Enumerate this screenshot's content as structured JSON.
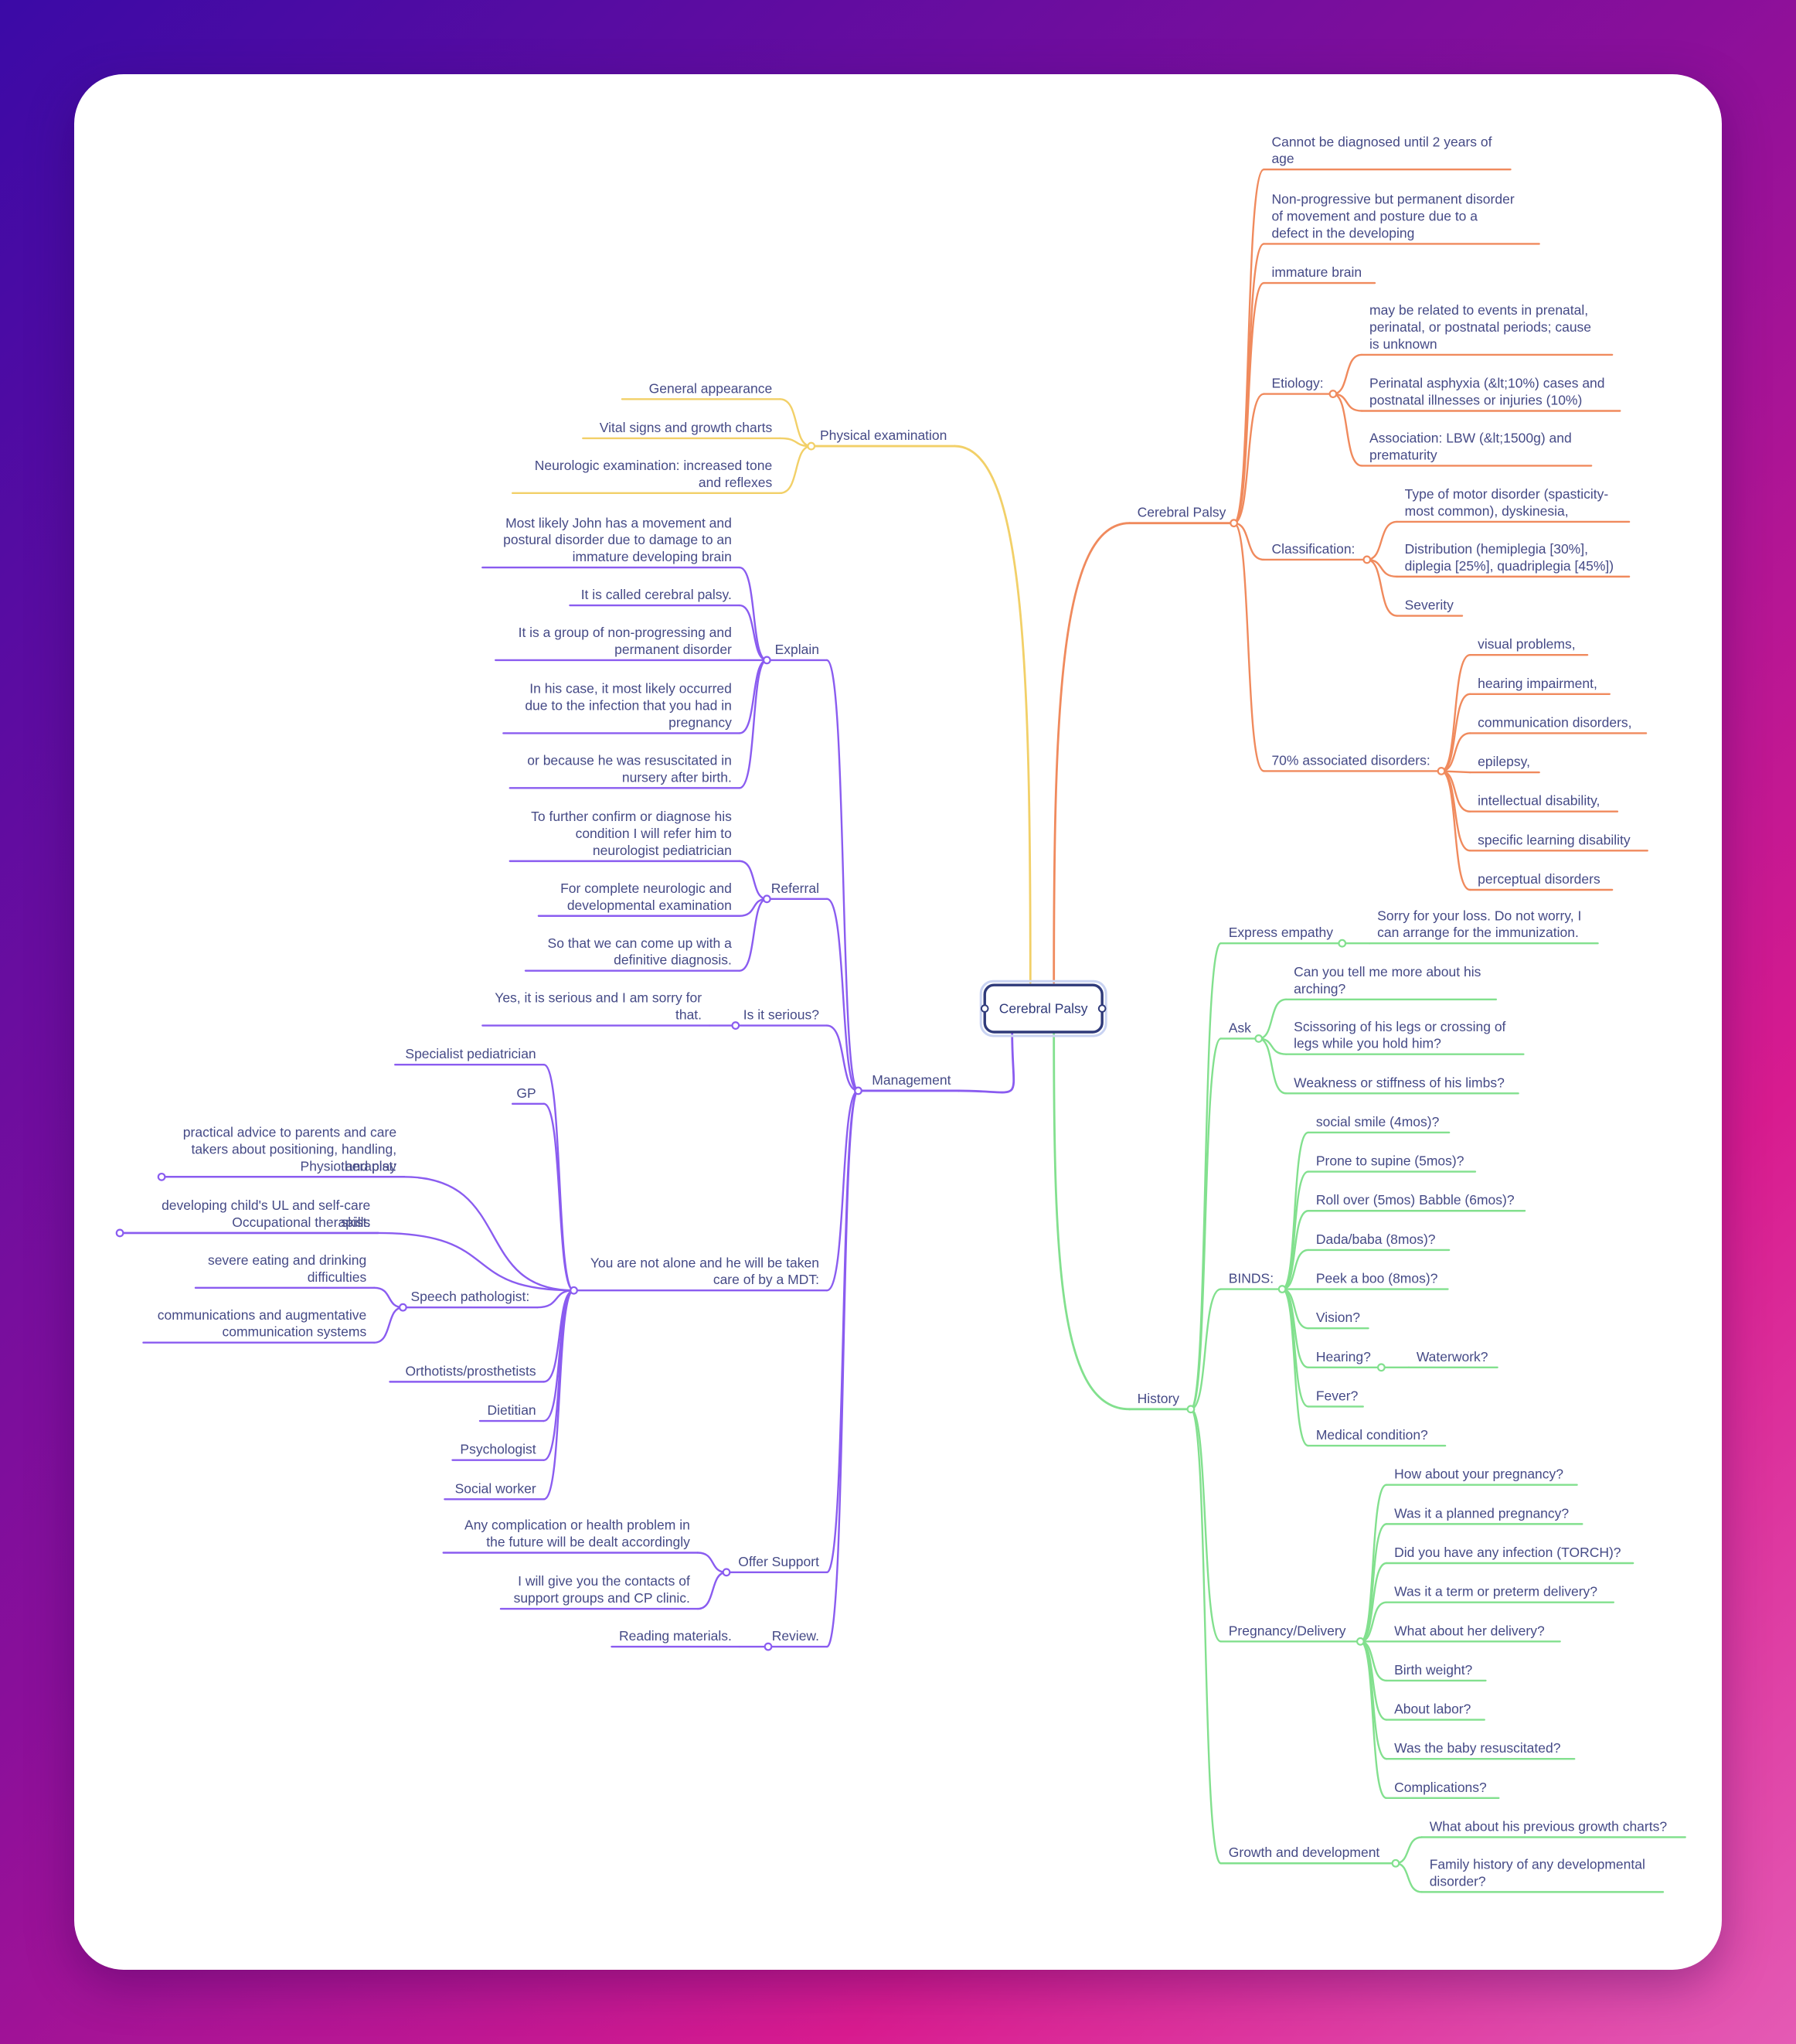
{
  "root": {
    "label": "Cerebral Palsy"
  },
  "colors": {
    "cerebral_palsy": "#f08a5d",
    "physical_examination": "#f2d068",
    "management": "#8a5cf0",
    "history": "#82e08e",
    "root_border": "#2f3a7a"
  },
  "branches": [
    {
      "label": "Cerebral Palsy",
      "children": [
        {
          "label": "Cannot be diagnosed until 2 years of\nage"
        },
        {
          "label": "Non-progressive but permanent disorder\nof movement and posture due to a\ndefect in the developing"
        },
        {
          "label": "immature brain"
        },
        {
          "label": "Etiology:",
          "children": [
            {
              "label": "may be related to events in prenatal,\nperinatal, or postnatal periods; cause\nis unknown"
            },
            {
              "label": "Perinatal asphyxia (&lt;10%) cases and\npostnatal illnesses or injuries (10%)"
            },
            {
              "label": "Association: LBW (&lt;1500g) and\nprematurity"
            }
          ]
        },
        {
          "label": "Classification:",
          "children": [
            {
              "label": "Type of motor disorder (spasticity-\nmost common), dyskinesia,"
            },
            {
              "label": "Distribution (hemiplegia [30%],\ndiplegia [25%], quadriplegia [45%])"
            },
            {
              "label": "Severity"
            }
          ]
        },
        {
          "label": "70% associated disorders:",
          "children": [
            {
              "label": "visual problems,"
            },
            {
              "label": "hearing impairment,"
            },
            {
              "label": "communication disorders,"
            },
            {
              "label": "epilepsy,"
            },
            {
              "label": "intellectual disability,"
            },
            {
              "label": "specific learning disability"
            },
            {
              "label": "perceptual disorders"
            }
          ]
        }
      ]
    },
    {
      "label": "History",
      "children": [
        {
          "label": "Express empathy",
          "children": [
            {
              "label": "Sorry for your loss. Do not worry, I\ncan arrange for the immunization."
            }
          ]
        },
        {
          "label": "Ask",
          "children": [
            {
              "label": "Can you tell me more about his\narching?"
            },
            {
              "label": "Scissoring of his legs or crossing of\nlegs while you hold him?"
            },
            {
              "label": "Weakness or stiffness of his limbs?"
            }
          ]
        },
        {
          "label": "BINDS:",
          "children": [
            {
              "label": "social smile (4mos)?"
            },
            {
              "label": "Prone to supine (5mos)?"
            },
            {
              "label": "Roll over (5mos) Babble (6mos)?"
            },
            {
              "label": "Dada/baba (8mos)?"
            },
            {
              "label": "Peek a boo (8mos)?"
            },
            {
              "label": "Vision?"
            },
            {
              "label": "Hearing?",
              "children": [
                {
                  "label": "Waterwork?"
                }
              ]
            },
            {
              "label": "Fever?"
            },
            {
              "label": "Medical condition?"
            }
          ]
        },
        {
          "label": "Pregnancy/Delivery",
          "children": [
            {
              "label": "How about your pregnancy?"
            },
            {
              "label": "Was it a planned pregnancy?"
            },
            {
              "label": "Did you have any infection (TORCH)?"
            },
            {
              "label": "Was it a term or preterm delivery?"
            },
            {
              "label": "What about her delivery?"
            },
            {
              "label": "Birth weight?"
            },
            {
              "label": "About labor?"
            },
            {
              "label": "Was the baby resuscitated?"
            },
            {
              "label": "Complications?"
            }
          ]
        },
        {
          "label": "Growth and development",
          "children": [
            {
              "label": "What about his previous growth charts?"
            },
            {
              "label": "Family history of any developmental\ndisorder?"
            }
          ]
        }
      ]
    },
    {
      "label": "Physical examination",
      "children": [
        {
          "label": "General appearance"
        },
        {
          "label": "Vital signs and growth charts"
        },
        {
          "label": "Neurologic examination: increased tone\nand reflexes"
        }
      ]
    },
    {
      "label": "Management",
      "children": [
        {
          "label": "Explain",
          "children": [
            {
              "label": "Most likely John has a movement and\npostural disorder due to damage to an\nimmature developing brain"
            },
            {
              "label": "It is called cerebral palsy."
            },
            {
              "label": "It is a group of non-progressing and\npermanent disorder"
            },
            {
              "label": "In his case, it most likely occurred\ndue to the infection that you had in\npregnancy"
            },
            {
              "label": "or because he was resuscitated in\nnursery after birth."
            }
          ]
        },
        {
          "label": "Referral",
          "children": [
            {
              "label": "To further confirm or diagnose his\ncondition I will refer him to\nneurologist pediatrician"
            },
            {
              "label": "For complete neurologic and\ndevelopmental examination"
            },
            {
              "label": "So that we can come up with a\ndefinitive diagnosis."
            }
          ]
        },
        {
          "label": "Is it serious?",
          "children": [
            {
              "label": "Yes, it is serious and I am sorry for\nthat."
            }
          ]
        },
        {
          "label": "You are not alone and he will be taken\ncare of by a MDT:",
          "children": [
            {
              "label": "Specialist pediatrician"
            },
            {
              "label": "GP"
            },
            {
              "label": "Physiotherapist:",
              "children": [
                {
                  "label": "practical advice to parents and care\ntakers about positioning, handling,\nand play"
                }
              ]
            },
            {
              "label": "Occupational therapist:",
              "children": [
                {
                  "label": "developing child's UL and self-care\nskills"
                }
              ]
            },
            {
              "label": "Speech pathologist:",
              "children": [
                {
                  "label": "severe eating and drinking\ndifficulties"
                },
                {
                  "label": "communications and augmentative\ncommunication systems"
                }
              ]
            },
            {
              "label": "Orthotists/prosthetists"
            },
            {
              "label": "Dietitian"
            },
            {
              "label": "Psychologist"
            },
            {
              "label": "Social worker"
            }
          ]
        },
        {
          "label": "Offer Support",
          "children": [
            {
              "label": "Any complication or health problem in\nthe future will be dealt accordingly"
            },
            {
              "label": "I will give you the contacts of\nsupport groups and CP clinic."
            }
          ]
        },
        {
          "label": "Review.",
          "children": [
            {
              "label": "Reading materials."
            }
          ]
        }
      ]
    }
  ]
}
